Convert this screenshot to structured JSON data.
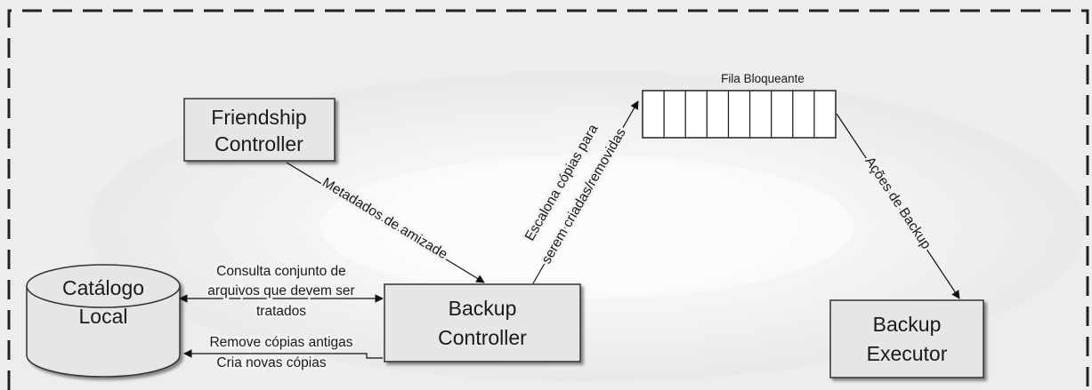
{
  "nodes": {
    "friendship": {
      "line1": "Friendship",
      "line2": "Controller"
    },
    "backup_controller": {
      "line1": "Backup",
      "line2": "Controller"
    },
    "backup_executor": {
      "line1": "Backup",
      "line2": "Executor"
    },
    "catalog": {
      "line1": "Catálogo",
      "line2": "Local"
    },
    "queue": {
      "title": "Fila Bloqueante"
    }
  },
  "edges": {
    "friendship_metadata": "Metadados de amizade",
    "schedule_line1": "Escalona cópias para",
    "schedule_line2": "serem criadas/removidas",
    "backup_actions": "Ações de Backup",
    "query_line1": "Consulta conjunto de",
    "query_line2": "arquivos que devem ser",
    "query_line3": "tratados",
    "remove_line1": "Remove cópias antigas",
    "remove_line2": "Cria novas cópias"
  },
  "colors": {
    "box_fill": "#e6e6e6",
    "border": "#333333",
    "background_glow": "#f2f2f2"
  }
}
